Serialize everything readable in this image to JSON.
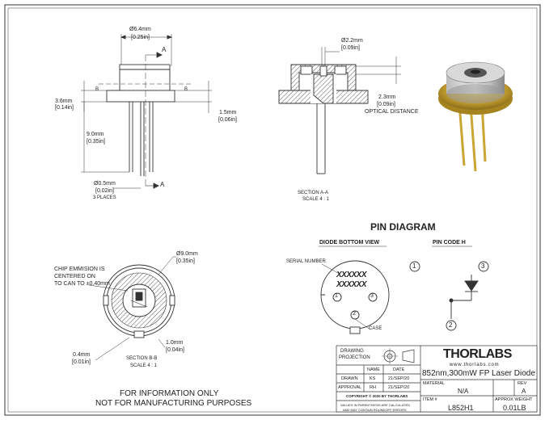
{
  "top_view": {
    "dia_64": "Ø6.4mm",
    "dia_64_in": "[0.25in]",
    "h_36": "3.6mm",
    "h_36_in": "[0.14in]",
    "h_15": "1.5mm",
    "h_15_in": "[0.06in]",
    "len_90": "9.0mm",
    "len_90_in": "[0.35in]",
    "dia_05": "Ø0.5mm",
    "dia_05_in": "[0.02in]",
    "places": "3 PLACES",
    "sec_a": "A",
    "sec_b": "B"
  },
  "section_aa": {
    "dia_22": "Ø2.2mm",
    "dia_22_in": "[0.09in]",
    "opt_23": "2.3mm",
    "opt_23_in": "[0.09in]",
    "opt_label": "OPTICAL DISTANCE",
    "title": "SECTION A-A",
    "scale": "SCALE 4 : 1"
  },
  "section_bb": {
    "dia_90": "Ø9.0mm",
    "dia_90_in": "[0.35in]",
    "chip_line1": "CHIP EMMISION IS",
    "chip_line2": "CENTERED ON",
    "chip_line3": "TO CAN TO ±0.40mm",
    "d_10": "1.0mm",
    "d_10_in": "[0.04in]",
    "d_04": "0.4mm",
    "d_04_in": "[0.01in]",
    "title": "SECTION B-B",
    "scale": "SCALE 4 : 1"
  },
  "pin_diagram": {
    "title": "PIN DIAGRAM",
    "bottom_view": "DIODE BOTTOM VIEW",
    "pin_code": "PIN CODE H",
    "serial": "SERIAL NUMBER",
    "xs1": "XXXXXX",
    "xs2": "XXXXXX",
    "case": "CASE",
    "p1": "1",
    "p2": "2",
    "p3": "3"
  },
  "notice": {
    "line1": "FOR INFORMATION ONLY",
    "line2": "NOT FOR MANUFACTURING PURPOSES"
  },
  "title_block": {
    "drawing": "DRAWING",
    "projection": "PROJECTION",
    "brand": "THORLABS",
    "website": "www.thorlabs.com",
    "col_name": "NAME",
    "col_date": "DATE",
    "drawn": "DRAWN",
    "drawn_name": "KS",
    "drawn_date": "21/SEP/20",
    "approval": "APPROVAL",
    "approval_name": "RH",
    "approval_date": "21/SEP/20",
    "copyright": "COPYRIGHT © 2020 BY THORLABS",
    "disclaimer1": "VALUES IN PARENTHESIS ARE CALCULATED",
    "disclaimer2": "AND MAY CONTAIN ROUNDOFF ERRORS",
    "part_title": "852nm,300mW FP Laser Diode",
    "material_label": "MATERIAL",
    "material": "N/A",
    "rev_label": "REV",
    "rev": "A",
    "item_label": "ITEM #",
    "item": "L852H1",
    "weight_label": "APPROX WEIGHT",
    "weight": "0.01LB"
  }
}
